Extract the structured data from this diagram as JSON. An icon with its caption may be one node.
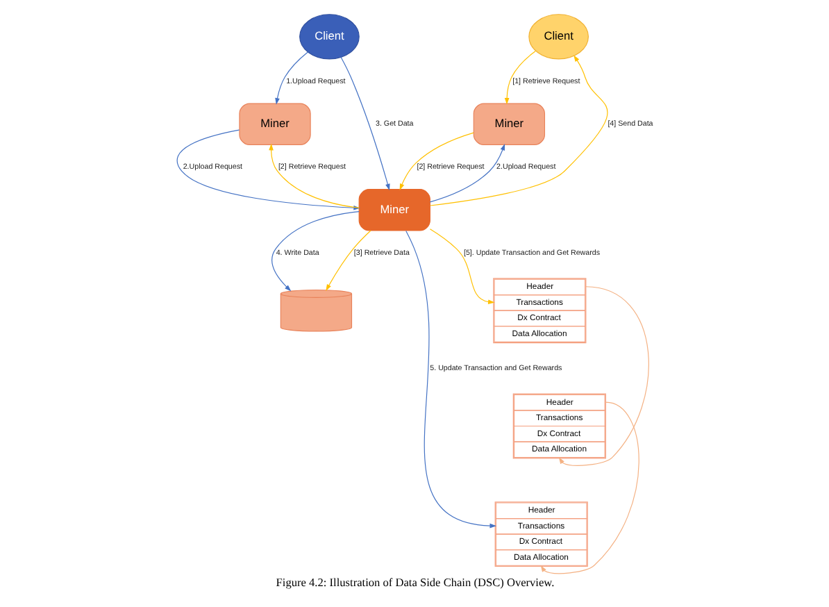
{
  "diagram": {
    "caption": "Figure 4.2: Illustration of Data Side Chain (DSC) Overview.",
    "nodes": [
      {
        "text": [
          "Client"
        ]
      },
      {
        "text": [
          "Client"
        ]
      },
      {
        "text": [
          "Miner"
        ]
      },
      {
        "text": [
          "Miner"
        ]
      },
      {
        "text": [
          "Miner"
        ]
      },
      {
        "text": [],
        "shape": "cylinder"
      },
      {
        "text": [
          "Header",
          "Transactions",
          "Dx Contract",
          "Data Allocation"
        ]
      },
      {
        "text": [
          "Header",
          "Transactions",
          "Dx Contract",
          "Data Allocation"
        ]
      },
      {
        "text": [
          "Header",
          "Transactions",
          "Dx Contract",
          "Data Allocation"
        ]
      }
    ],
    "edges": [
      {
        "from": 0,
        "to": 2,
        "arrow": "to",
        "label": "1.Upload Request",
        "color": "#4472c4"
      },
      {
        "from": 0,
        "to": 4,
        "arrow": "to",
        "label": "3. Get Data",
        "color": "#4472c4"
      },
      {
        "from": 2,
        "to": 4,
        "arrow": "to",
        "label": "2.Upload Request",
        "color": "#4472c4"
      },
      {
        "from": 4,
        "to": 2,
        "arrow": "to",
        "label": "[2] Retrieve Request",
        "color": "#ffc000"
      },
      {
        "from": 4,
        "to": 1,
        "arrow": "to",
        "label": "[4] Send Data",
        "color": "#ffc000"
      },
      {
        "from": 1,
        "to": 3,
        "arrow": "to",
        "label": "[1] Retrieve Request",
        "color": "#ffc000"
      },
      {
        "from": 3,
        "to": 4,
        "arrow": "to",
        "label": "[2] Retrieve Request",
        "color": "#ffc000"
      },
      {
        "from": 4,
        "to": 3,
        "arrow": "to",
        "label": "2.Upload Request",
        "color": "#4472c4"
      },
      {
        "from": 4,
        "to": 6,
        "arrow": "to",
        "label": "5. Update Transaction and Get Rewards",
        "color": "#4472c4"
      },
      {
        "from": 4,
        "to": 8,
        "arrow": "to",
        "label": "[5]. Update Transaction and Get Rewards",
        "color": "#ffc000"
      },
      {
        "from": 4,
        "to": 5,
        "arrow": "to",
        "label": "4. Write Data",
        "color": "#4472c4"
      },
      {
        "from": 4,
        "to": 5,
        "arrow": "to",
        "label": "[3] Retrieve Data",
        "color": "#ffc000"
      },
      {
        "from": 7,
        "to": 6,
        "arrow": "to",
        "color": "#f4b183"
      },
      {
        "from": 8,
        "to": 7,
        "arrow": "to",
        "color": "#f4b183"
      }
    ]
  }
}
